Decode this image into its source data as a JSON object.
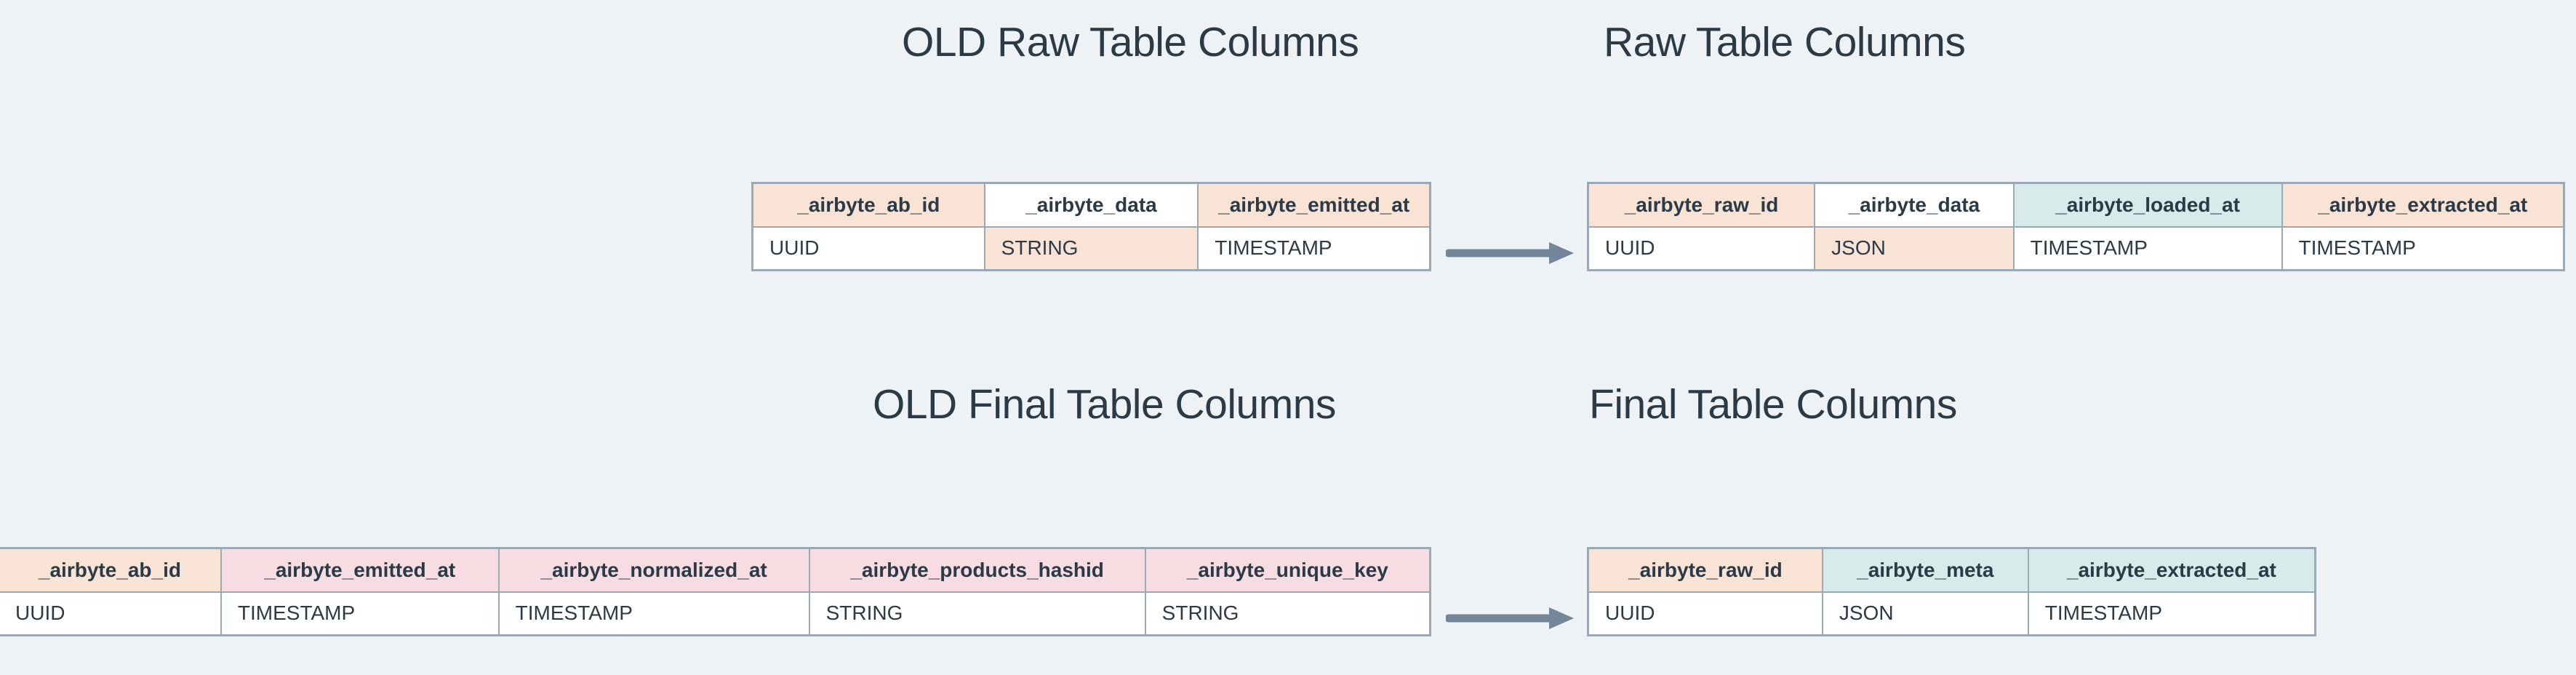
{
  "page": {
    "background_color": "#eef2f5",
    "text_color": "#2b3a47",
    "border_color": "#9aa9b7",
    "arrow_color": "#74869a",
    "palette": {
      "peach": "#f8e3d5",
      "mint": "#d5ecea",
      "pink": "#f7dde2",
      "white": "#ffffff"
    }
  },
  "sections": {
    "old_raw": {
      "title": "OLD Raw Table Columns",
      "table": {
        "headers": [
          {
            "label": "_airbyte_ab_id",
            "bg": "peach"
          },
          {
            "label": "_airbyte_data",
            "bg": "white"
          },
          {
            "label": "_airbyte_emitted_at",
            "bg": "peach"
          }
        ],
        "values": [
          {
            "label": "UUID",
            "bg": "white"
          },
          {
            "label": "STRING",
            "bg": "peach"
          },
          {
            "label": "TIMESTAMP",
            "bg": "white"
          }
        ]
      }
    },
    "new_raw": {
      "title": "Raw Table Columns",
      "table": {
        "headers": [
          {
            "label": "_airbyte_raw_id",
            "bg": "peach"
          },
          {
            "label": "_airbyte_data",
            "bg": "white"
          },
          {
            "label": "_airbyte_loaded_at",
            "bg": "mint"
          },
          {
            "label": "_airbyte_extracted_at",
            "bg": "peach"
          }
        ],
        "values": [
          {
            "label": "UUID",
            "bg": "white"
          },
          {
            "label": "JSON",
            "bg": "peach"
          },
          {
            "label": "TIMESTAMP",
            "bg": "white"
          },
          {
            "label": "TIMESTAMP",
            "bg": "white"
          }
        ]
      }
    },
    "old_final": {
      "title": "OLD Final Table Columns",
      "table": {
        "headers": [
          {
            "label": "_airbyte_ab_id",
            "bg": "peach"
          },
          {
            "label": "_airbyte_emitted_at",
            "bg": "pink"
          },
          {
            "label": "_airbyte_normalized_at",
            "bg": "pink"
          },
          {
            "label": "_airbyte_products_hashid",
            "bg": "pink"
          },
          {
            "label": "_airbyte_unique_key",
            "bg": "pink"
          }
        ],
        "values": [
          {
            "label": "UUID",
            "bg": "white"
          },
          {
            "label": "TIMESTAMP",
            "bg": "white"
          },
          {
            "label": "TIMESTAMP",
            "bg": "white"
          },
          {
            "label": "STRING",
            "bg": "white"
          },
          {
            "label": "STRING",
            "bg": "white"
          }
        ]
      }
    },
    "new_final": {
      "title": "Final Table Columns",
      "table": {
        "headers": [
          {
            "label": "_airbyte_raw_id",
            "bg": "peach"
          },
          {
            "label": "_airbyte_meta",
            "bg": "mint"
          },
          {
            "label": "_airbyte_extracted_at",
            "bg": "mint"
          }
        ],
        "values": [
          {
            "label": "UUID",
            "bg": "white"
          },
          {
            "label": "JSON",
            "bg": "white"
          },
          {
            "label": "TIMESTAMP",
            "bg": "white"
          }
        ]
      }
    }
  },
  "arrows": [
    {
      "name": "raw-migration-arrow",
      "icon": "arrow-right-icon",
      "from": "old_raw",
      "to": "new_raw"
    },
    {
      "name": "final-migration-arrow",
      "icon": "arrow-right-icon",
      "from": "old_final",
      "to": "new_final"
    }
  ]
}
